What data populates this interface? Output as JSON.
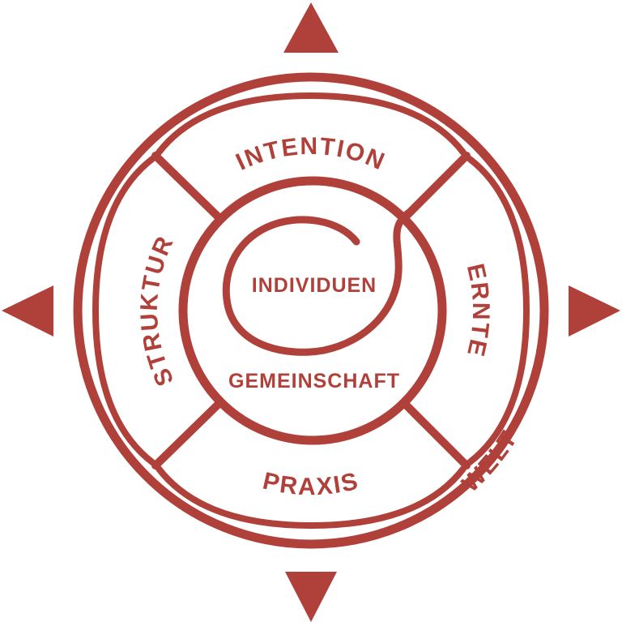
{
  "colors": {
    "primary": "#b0403a",
    "background": "#ffffff"
  },
  "labels": {
    "top": "INTENTION",
    "left": "STRUKTUR",
    "right": "ERNTE",
    "bottom": "PRAXIS",
    "center_top": "INDIVIDUEN",
    "center_bottom": "GEMEINSCHAFT",
    "outer": "WELT"
  },
  "icons": [
    "arrow-up-icon",
    "arrow-down-icon",
    "arrow-left-icon",
    "arrow-right-icon"
  ]
}
